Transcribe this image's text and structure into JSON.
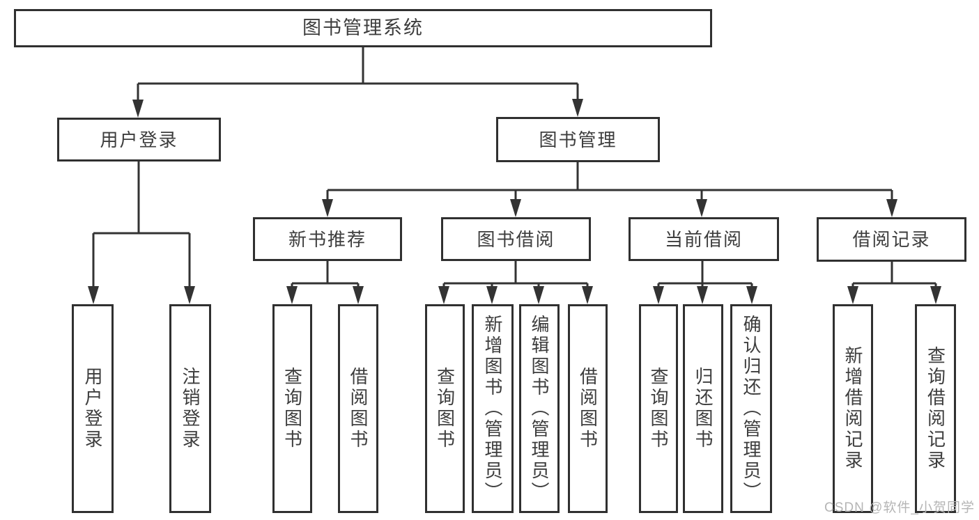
{
  "diagram": {
    "type": "hierarchy-tree",
    "watermark": "CSDN @软件_小贺同学",
    "colors": {
      "line": "#333333",
      "box_border": "#303030",
      "text": "#3d3d3d",
      "watermark": "#b5b5b5",
      "background": "#ffffff"
    },
    "tree": {
      "label": "图书管理系统",
      "children": [
        {
          "label": "用户登录",
          "children": [
            {
              "label": "用户登录"
            },
            {
              "label": "注销登录"
            }
          ]
        },
        {
          "label": "图书管理",
          "children": [
            {
              "label": "新书推荐",
              "children": [
                {
                  "label": "查询图书"
                },
                {
                  "label": "借阅图书"
                }
              ]
            },
            {
              "label": "图书借阅",
              "children": [
                {
                  "label": "查询图书"
                },
                {
                  "label": "新增图书（管理员）"
                },
                {
                  "label": "编辑图书（管理员）"
                },
                {
                  "label": "借阅图书"
                }
              ]
            },
            {
              "label": "当前借阅",
              "children": [
                {
                  "label": "查询图书"
                },
                {
                  "label": "归还图书"
                },
                {
                  "label": "确认归还（管理员）"
                }
              ]
            },
            {
              "label": "借阅记录",
              "children": [
                {
                  "label": "新增借阅记录"
                },
                {
                  "label": "查询借阅记录"
                }
              ]
            }
          ]
        }
      ]
    }
  }
}
